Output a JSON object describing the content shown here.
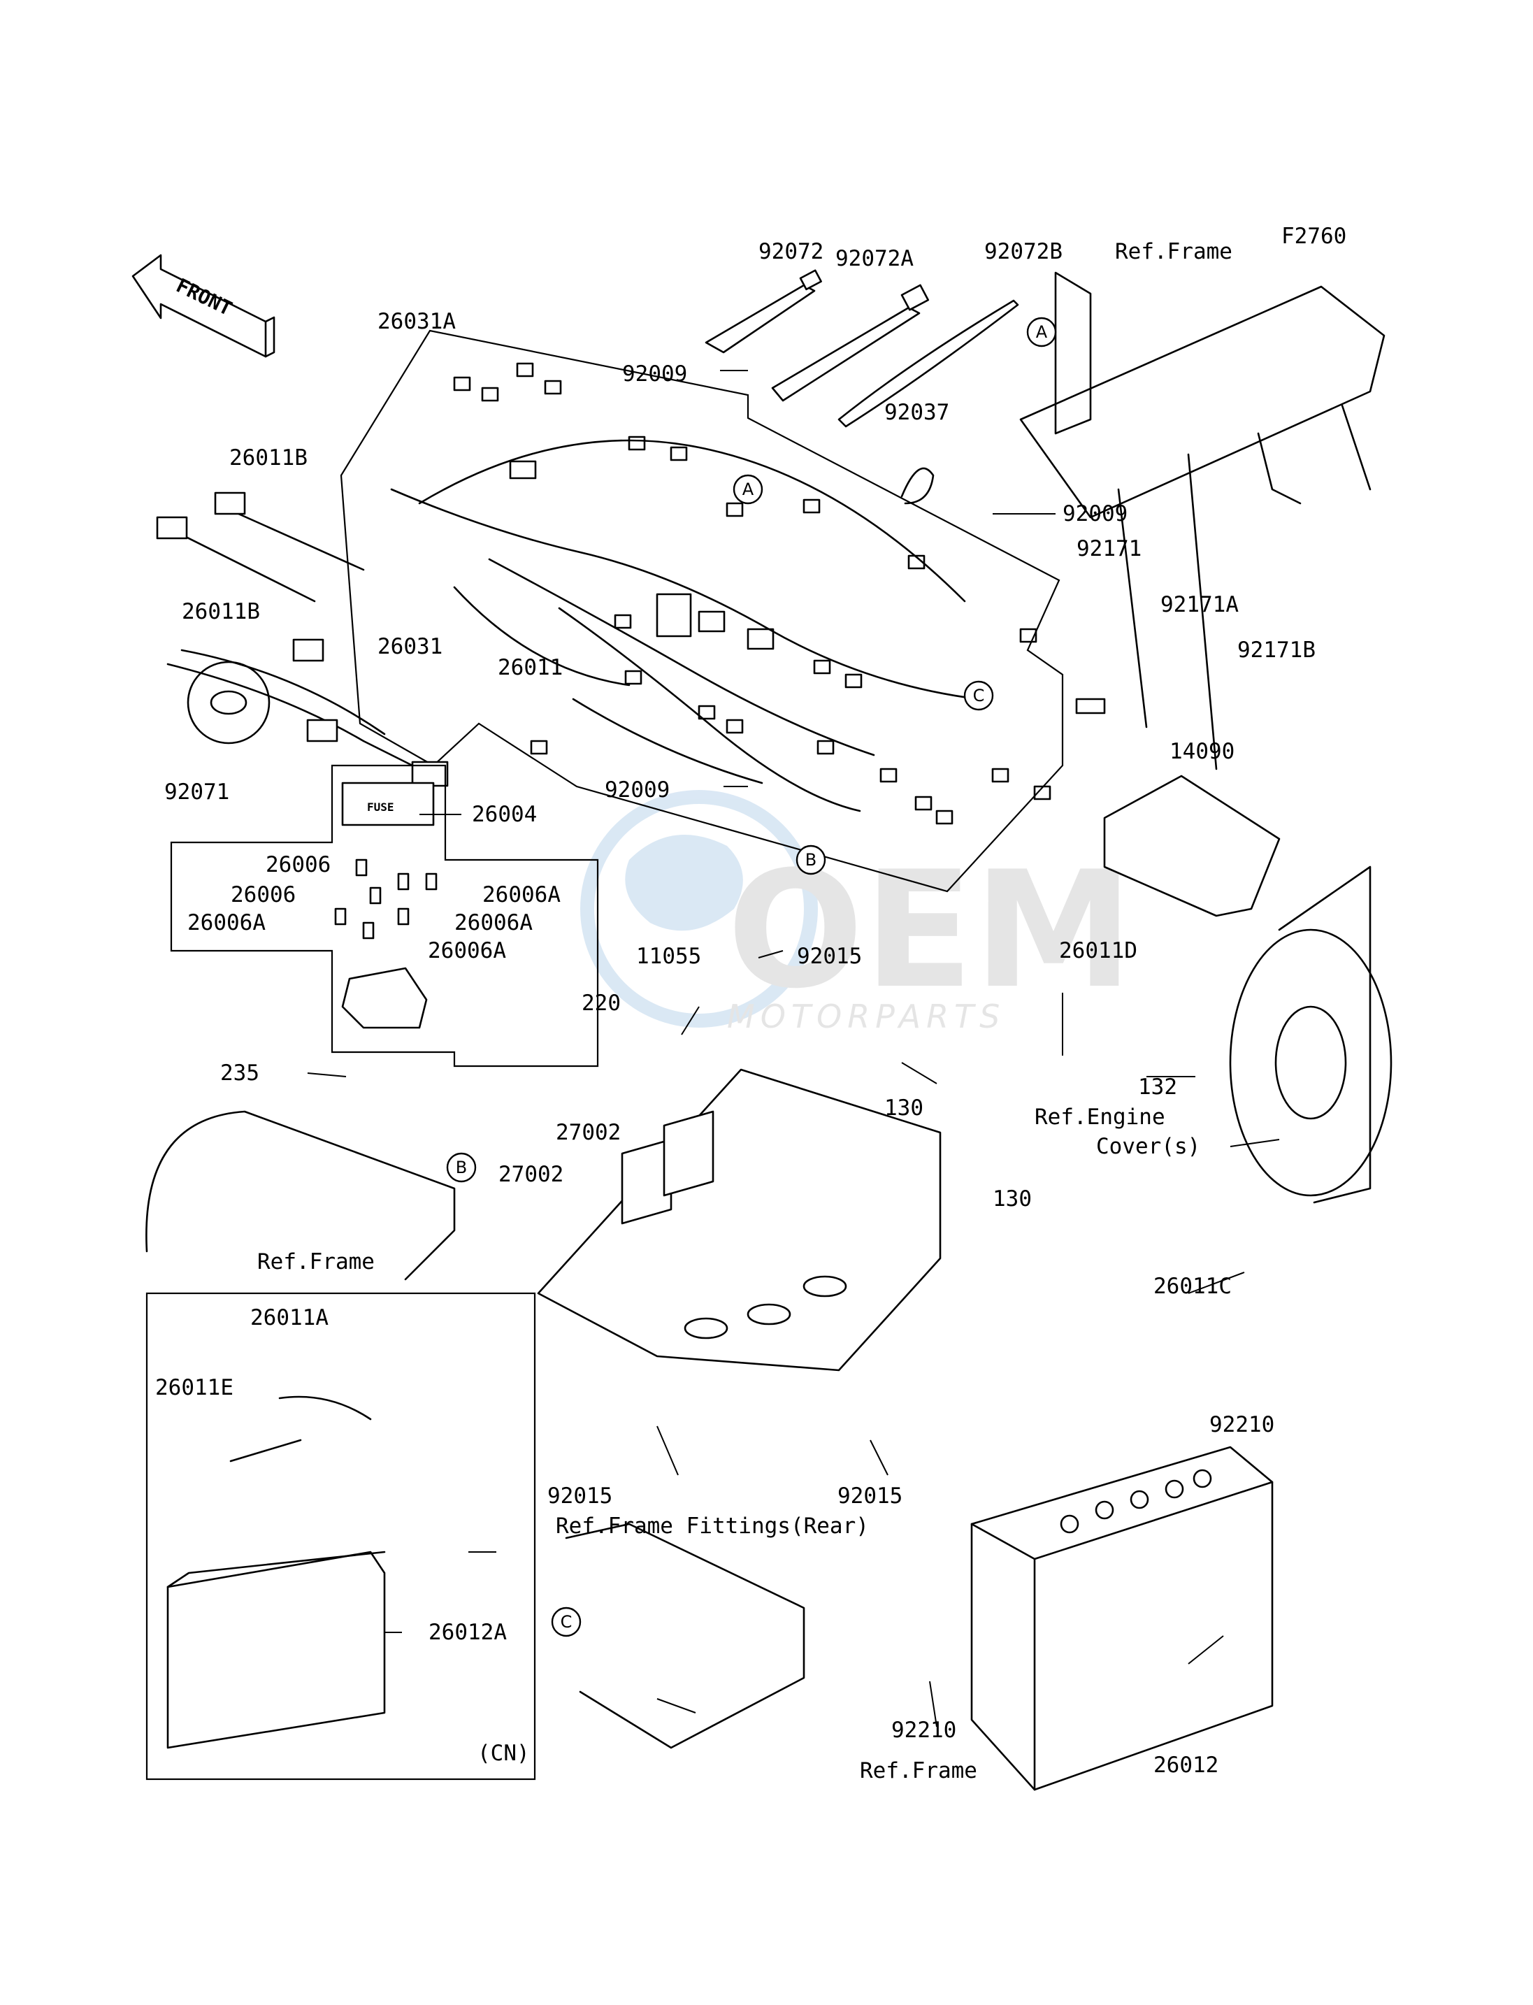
{
  "diagram": {
    "figure_code": "F2760",
    "front_arrow": "FRONT",
    "watermark": {
      "brand": "OEM",
      "sub": "MOTORPARTS"
    },
    "part_labels": [
      "92072",
      "92072A",
      "92072B",
      "Ref.Frame",
      "26031A",
      "92009",
      "92037",
      "26011B",
      "26011B",
      "92009",
      "92171",
      "92171A",
      "92171B",
      "26031",
      "26011",
      "14090",
      "92071",
      "92009",
      "26004",
      "26006",
      "26006",
      "26006A",
      "26006A",
      "26006A",
      "26006A",
      "11055",
      "92015",
      "26011D",
      "220",
      "235",
      "130",
      "132",
      "Ref.Engine",
      "Cover(s)",
      "27002",
      "27002",
      "Ref.Frame",
      "130",
      "26011C",
      "26011A",
      "92210",
      "26011E",
      "92015",
      "92015",
      "Ref.Frame Fittings(Rear)",
      "26012A",
      "92210",
      "Ref.Frame",
      "(CN)",
      "26012"
    ],
    "callouts": [
      "A",
      "A",
      "B",
      "B",
      "C",
      "C"
    ]
  }
}
